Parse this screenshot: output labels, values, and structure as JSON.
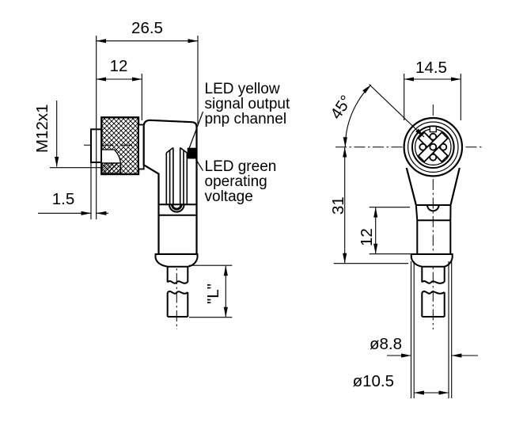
{
  "colors": {
    "line": "#000000",
    "background": "#ffffff",
    "led_marker": "#000000"
  },
  "side_view": {
    "dim_overall_width": "26.5",
    "dim_nut_width": "12",
    "thread_label": "M12x1",
    "dim_tip": "1.5",
    "dim_cable_length": "\"L\"",
    "led_yellow_lines": [
      "LED yellow",
      "signal output",
      "pnp channel"
    ],
    "led_green_lines": [
      "LED green",
      "operating",
      "voltage"
    ]
  },
  "front_view": {
    "dim_head_width": "14.5",
    "dim_key_angle": "45°",
    "dim_center_height": "31",
    "dim_lower_section": "12",
    "dim_cable_diameter": "ø8.8",
    "dim_sleeve_diameter": "ø10.5"
  }
}
